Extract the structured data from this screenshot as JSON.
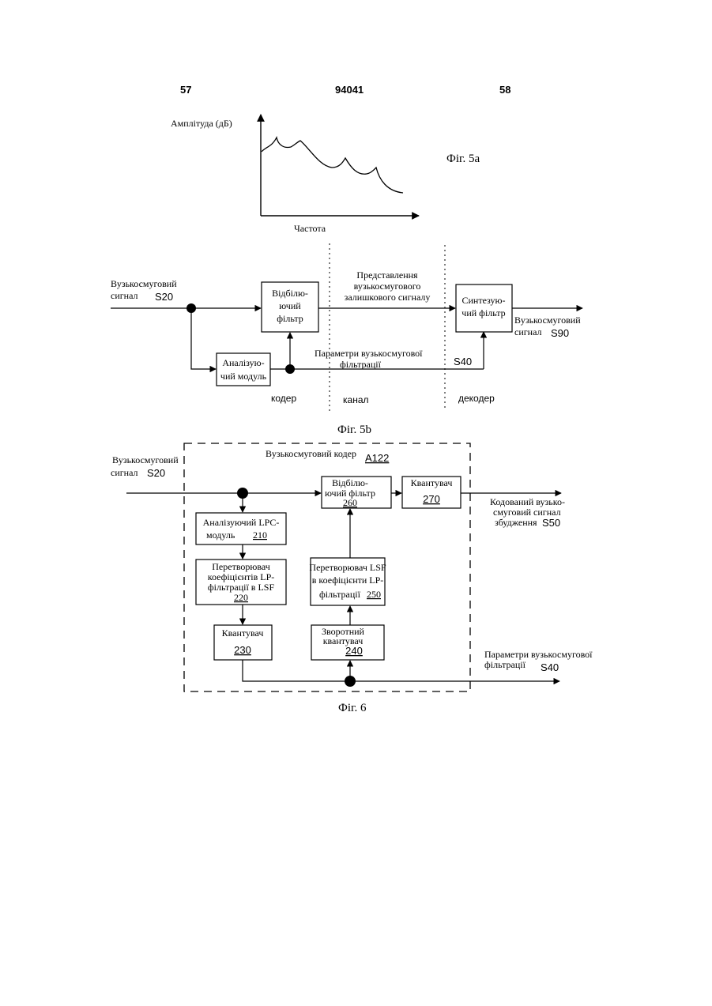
{
  "header": {
    "left_page": "57",
    "center_number": "94041",
    "right_page": "58"
  },
  "fig5a": {
    "ylabel": "Амплітуда (дБ)",
    "xlabel": "Частота",
    "caption": "Фіг. 5а"
  },
  "fig5b": {
    "input_label_1": "Вузькосмуговий",
    "input_label_2": "сигнал",
    "input_code": "S20",
    "whitening_1": "Відбілю-",
    "whitening_2": "ючий",
    "whitening_3": "фільтр",
    "analysis_1": "Аналізую-",
    "analysis_2": "чий модуль",
    "residual_1": "Представлення",
    "residual_2": "вузькосмугового",
    "residual_3": "залишкового сигналу",
    "params_1": "Параметри вузькосмугової",
    "params_2": "фільтрації",
    "params_code": "S40",
    "synth_1": "Синтезую-",
    "synth_2": "чий фільтр",
    "output_1": "Вузькосмуговий",
    "output_2": "сигнал",
    "output_code": "S90",
    "coder": "кодер",
    "channel": "канал",
    "decoder": "декодер",
    "caption": "Фіг. 5b"
  },
  "fig6": {
    "encoder_title": "Вузькосмуговий кодер",
    "encoder_code": "A122",
    "input_1": "Вузькосмуговий",
    "input_2": "сигнал",
    "input_code": "S20",
    "whitening_1": "Відбілю-",
    "whitening_2": "ючий фільтр",
    "whitening_num": "260",
    "quantizer_top": "Квантувач",
    "quantizer_top_num": "270",
    "coded_1": "Кодований вузько-",
    "coded_2": "смуговий сигнал",
    "coded_3": "збудження",
    "coded_code": "S50",
    "lpc_1": "Аналізуючий LPC-",
    "lpc_2": "модуль",
    "lpc_num": "210",
    "conv1_1": "Перетворювач",
    "conv1_2": "коефіцієнтів LP-",
    "conv1_3": "фільтрації в LSF",
    "conv1_num": "220",
    "conv2_1": "Перетворювач LSF",
    "conv2_2": "в коефіцієнти LP-",
    "conv2_3": "фільтрації",
    "conv2_num": "250",
    "quant_1": "Квантувач",
    "quant_num": "230",
    "inv_1": "Зворотний",
    "inv_2": "квантувач",
    "inv_num": "240",
    "params_1": "Параметри вузькосмугової",
    "params_2": "фільтрації",
    "params_code": "S40",
    "caption": "Фіг. 6"
  }
}
